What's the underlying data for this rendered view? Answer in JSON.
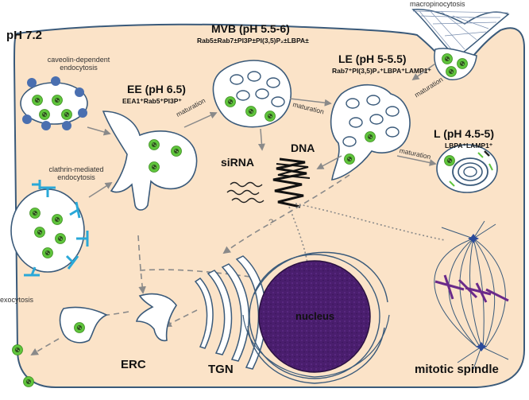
{
  "labels": {
    "ph_outside": "pH 7.2",
    "macropinocytosis": "macropinocytosis",
    "caveolin": "caveolin-dependent endocytosis",
    "clathrin": "clathrin-mediated endocytosis",
    "exocytosis": "exocytosis",
    "ee_title": "EE (pH 6.5)",
    "ee_markers": "EEA1⁺Rab5⁺PI3P⁺",
    "mvb_title": "MVB (pH 5.5-6)",
    "mvb_markers": "Rab5±Rab7±PI3P±PI(3,5)P₂±LBPA±",
    "le_title": "LE (pH 5-5.5)",
    "le_markers": "Rab7⁺PI(3,5)P₂⁺LBPA⁺LAMP1⁺",
    "l_title": "L (pH 4.5-5)",
    "l_markers": "LBPA⁺LAMP1⁺",
    "maturation": "maturation",
    "sirna": "siRNA",
    "dna": "DNA",
    "question": "?",
    "nucleus": "nucleus",
    "mitotic_spindle": "mitotic spindle",
    "erc": "ERC",
    "tgn": "TGN"
  },
  "colors": {
    "cytoplasm": "#fbe3c8",
    "membrane": "#3a5a7a",
    "vesicle_fill": "#ffffff",
    "cargo_green": "#5fc43c",
    "caveolin_blue": "#4a6fb0",
    "clathrin_cyan": "#2aa8d8",
    "nucleus_purple": "#4a1e6e",
    "arrow_gray": "#8a8a8a"
  },
  "icons": [
    "cargo-particle-icon",
    "caveolin-icon",
    "clathrin-icon",
    "sirna-icon",
    "dna-icon",
    "spindle-pole-icon",
    "chromosome-icon"
  ]
}
